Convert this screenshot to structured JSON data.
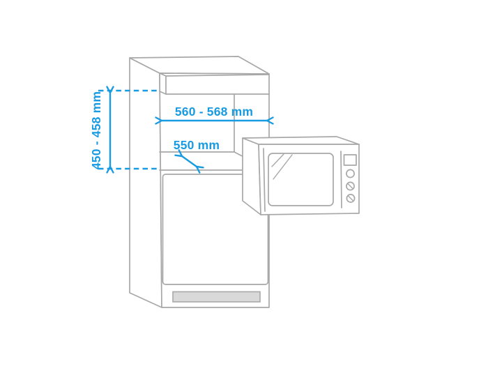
{
  "diagram": {
    "labels": {
      "niche_width": "560 - 568 mm",
      "niche_height": "450 - 458 mm",
      "niche_depth": "550 mm"
    },
    "colors": {
      "accent_blue": "#189BE1",
      "line_gray": "#A8A8A8",
      "vent_fill": "#D9D9D9",
      "background": "#FFFFFF"
    }
  }
}
